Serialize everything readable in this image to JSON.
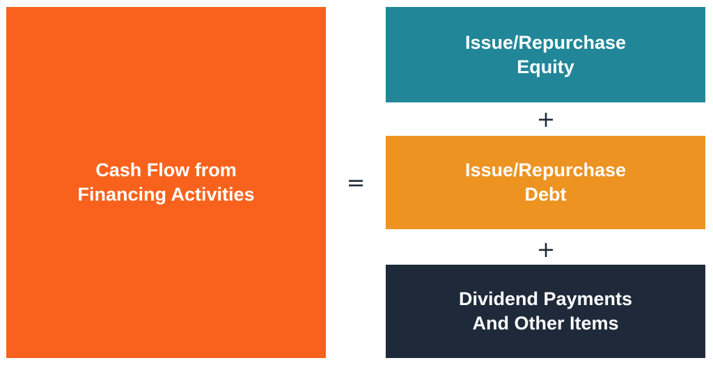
{
  "diagram": {
    "result": {
      "label": "Cash Flow from\nFinancing Activities",
      "color": "#F9621C"
    },
    "equals": "=",
    "components": [
      {
        "label": "Issue/Repurchase\nEquity",
        "color": "#218798"
      },
      {
        "label": "Issue/Repurchase\nDebt",
        "color": "#EC9321"
      },
      {
        "label": "Dividend Payments\nAnd Other Items",
        "color": "#1E2A39"
      }
    ],
    "plus": [
      "+",
      "+"
    ]
  }
}
